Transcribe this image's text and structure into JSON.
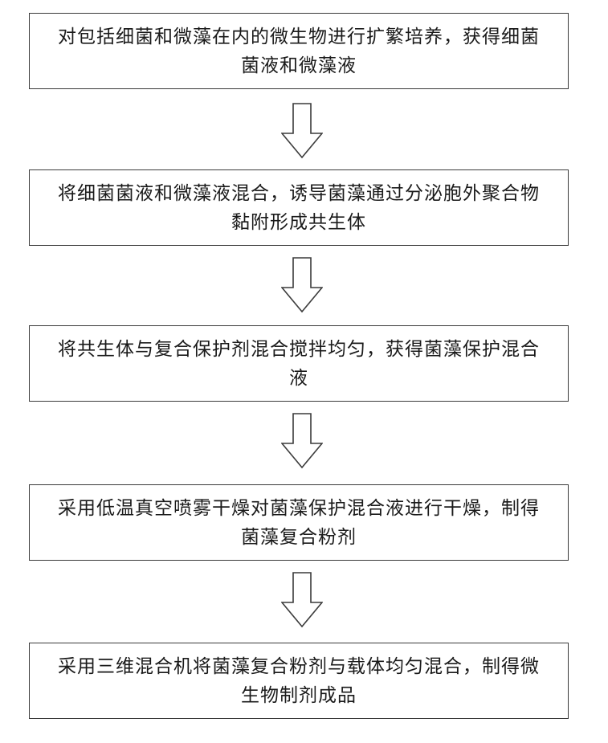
{
  "steps": [
    {
      "text": "对包括细菌和微藻在内的微生物进行扩繁培养，获得细菌菌液和微藻液"
    },
    {
      "text": "将细菌菌液和微藻液混合，诱导菌藻通过分泌胞外聚合物黏附形成共生体"
    },
    {
      "text": "将共生体与复合保护剂混合搅拌均匀，获得菌藻保护混合液"
    },
    {
      "text": "采用低温真空喷雾干燥对菌藻保护混合液进行干燥，制得菌藻复合粉剂"
    },
    {
      "text": "采用三维混合机将菌藻复合粉剂与载体均匀混合，制得微生物制剂成品"
    }
  ],
  "colors": {
    "border": "#3a3a3a",
    "arrow_fill": "#ffffff",
    "text": "#1a1a1a"
  }
}
